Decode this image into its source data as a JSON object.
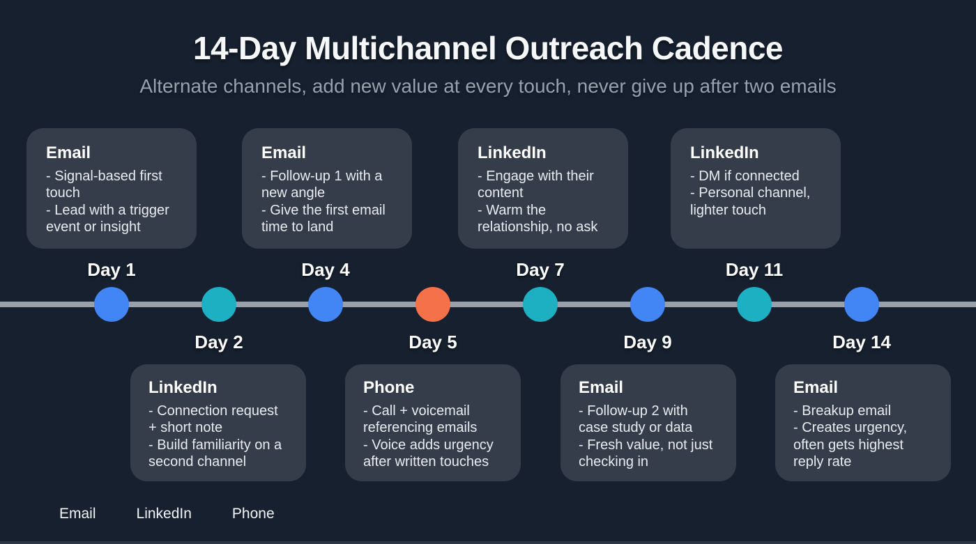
{
  "header": {
    "title": "14-Day Multichannel Outreach Cadence",
    "subtitle": "Alternate channels, add new value at every touch, never give up after two emails"
  },
  "timeline": {
    "line_color": "#99a0a9",
    "channel_colors": {
      "email": "#4285f4",
      "linkedin": "#1db0c2",
      "phone": "#f4714a"
    },
    "nodes": [
      {
        "day_label": "Day 1",
        "channel": "email",
        "side": "above",
        "card": {
          "title": "Email",
          "bullets": [
            "- Signal-based first touch",
            "- Lead with a trigger event or insight"
          ]
        }
      },
      {
        "day_label": "Day 2",
        "channel": "linkedin",
        "side": "below",
        "card": {
          "title": "LinkedIn",
          "bullets": [
            "- Connection request + short note",
            "- Build familiarity on a second channel"
          ]
        }
      },
      {
        "day_label": "Day 4",
        "channel": "email",
        "side": "above",
        "card": {
          "title": "Email",
          "bullets": [
            "- Follow-up 1 with a new angle",
            "- Give the first email time to land"
          ]
        }
      },
      {
        "day_label": "Day 5",
        "channel": "phone",
        "side": "below",
        "card": {
          "title": "Phone",
          "bullets": [
            "- Call + voicemail referencing emails",
            "- Voice adds urgency after written touches"
          ]
        }
      },
      {
        "day_label": "Day 7",
        "channel": "linkedin",
        "side": "above",
        "card": {
          "title": "LinkedIn",
          "bullets": [
            "- Engage with their content",
            "- Warm the relationship, no ask"
          ]
        }
      },
      {
        "day_label": "Day 9",
        "channel": "email",
        "side": "below",
        "card": {
          "title": "Email",
          "bullets": [
            "- Follow-up 2 with case study or data",
            "- Fresh value, not just checking in"
          ]
        }
      },
      {
        "day_label": "Day 11",
        "channel": "linkedin",
        "side": "above",
        "card": {
          "title": "LinkedIn",
          "bullets": [
            "- DM if connected",
            "- Personal channel, lighter touch"
          ]
        }
      },
      {
        "day_label": "Day 14",
        "channel": "email",
        "side": "below",
        "card": {
          "title": "Email",
          "bullets": [
            "- Breakup email",
            "- Creates urgency, often gets highest reply rate"
          ]
        }
      }
    ]
  },
  "legend": {
    "items": [
      {
        "label": "Email",
        "color": "#4285f4"
      },
      {
        "label": "LinkedIn",
        "color": "#1db0c2"
      },
      {
        "label": "Phone",
        "color": "#f4714a"
      }
    ]
  }
}
